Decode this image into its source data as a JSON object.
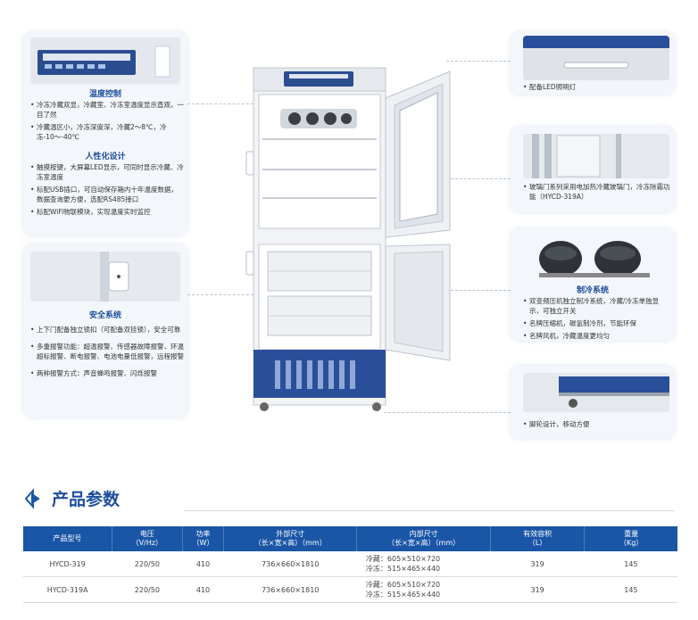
{
  "left_cards": {
    "control": {
      "title": "温度控制",
      "bullets": [
        "冷冻冷藏双显，冷藏室、冷冻室温度显示直观，一目了然",
        "冷藏温区小，冷冻深度深，冷藏2～8℃，冷冻-10～-40℃"
      ],
      "title2": "人性化设计",
      "bullets2": [
        "触摸按键，大屏幕LED显示，可同时显示冷藏、冷冻室温度",
        "标配USB插口，可自动保存箱内十年温度数据，数据查询更方便，选配RS485接口",
        "标配WiFi物联模块，实现温度实时监控"
      ]
    },
    "safety": {
      "title": "安全系统",
      "bullets": [
        "上下门配备独立锁扣（可配备双挂锁），安全可靠",
        "多重报警功能：超温报警、传感器故障报警、环温超标报警、断电报警、电池电量低报警，远程报警",
        "两种报警方式：声音蜂鸣报警、闪烁报警"
      ]
    }
  },
  "right_cards": {
    "led": {
      "bullet": "配备LED照明灯"
    },
    "glass": {
      "bullet": "玻璃门系列采用电加热冷藏玻璃门，冷冻除霜功能（HYCD-319A）"
    },
    "cooling": {
      "title": "制冷系统",
      "bullets": [
        "双变频压机独立制冷系统，冷藏/冷冻单独显示，可独立开关",
        "名牌压缩机，碳氢制冷剂，节能环保",
        "名牌风机，冷藏温度更均匀"
      ]
    },
    "caster": {
      "bullet": "脚轮设计，移动方便"
    }
  },
  "section": {
    "title": "产品参数"
  },
  "table": {
    "headers": [
      {
        "l1": "产品型号",
        "l2": ""
      },
      {
        "l1": "电压",
        "l2": "（V/Hz）"
      },
      {
        "l1": "功率",
        "l2": "（W）"
      },
      {
        "l1": "外部尺寸",
        "l2": "（长×宽×高）（mm）"
      },
      {
        "l1": "内部尺寸",
        "l2": "（长×宽×高）（mm）"
      },
      {
        "l1": "有效容积",
        "l2": "（L）"
      },
      {
        "l1": "重量",
        "l2": "（Kg）"
      }
    ],
    "rows": [
      {
        "model": "HYCD-319",
        "voltage": "220/50",
        "power": "410",
        "external": "736×660×1810",
        "inner_cold": "冷藏：605×510×720",
        "inner_freeze": "冷冻：515×465×440",
        "volume": "319",
        "weight": "145"
      },
      {
        "model": "HYCD-319A",
        "voltage": "220/50",
        "power": "410",
        "external": "736×660×1810",
        "inner_cold": "冷藏：605×510×720",
        "inner_freeze": "冷冻：515×465×440",
        "volume": "319",
        "weight": "145"
      }
    ]
  },
  "colors": {
    "brand": "#1a56a6",
    "title": "#1f4e9c"
  }
}
